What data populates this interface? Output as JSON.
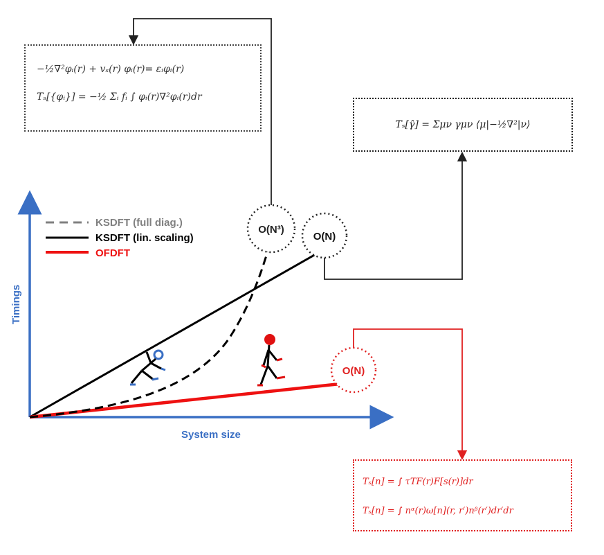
{
  "boxes": {
    "ks_line1": "−½∇²φᵢ(r) + vₛ(r) φᵢ(r)= εᵢφᵢ(r)",
    "ks_line2": "Tₛ[{φᵢ}] = −½ Σᵢ fᵢ ∫ φᵢ(r)∇²φᵢ(r)dr",
    "lin_line1": "Tₛ[γ̂] = Σμν γμν ⟨μ|−½∇²|ν⟩",
    "of_line1": "Tₛ[n] = ∫ τTF(r)F[s(r)]dr",
    "of_line2": "Tₛ[n] = ∫ nᵅ(r)ω[n](r, r′)nᵝ(r′)dr′dr"
  },
  "circles": {
    "ks_full": "O(N³)",
    "ks_lin": "O(N)",
    "of": "O(N)"
  },
  "legend": [
    {
      "label": "KSDFT (full diag.)",
      "color": "#808080",
      "style": "dashed"
    },
    {
      "label": "KSDFT (lin. scaling)",
      "color": "#000000",
      "style": "solid"
    },
    {
      "label": "OFDFT",
      "color": "#ee1111",
      "style": "solid"
    }
  ],
  "axes": {
    "x_label": "System size",
    "y_label": "Timings"
  },
  "colors": {
    "axis": "#3a6fc4",
    "ofdft": "#ee1111",
    "ks_lin": "#000000",
    "ks_full": "#000000"
  }
}
